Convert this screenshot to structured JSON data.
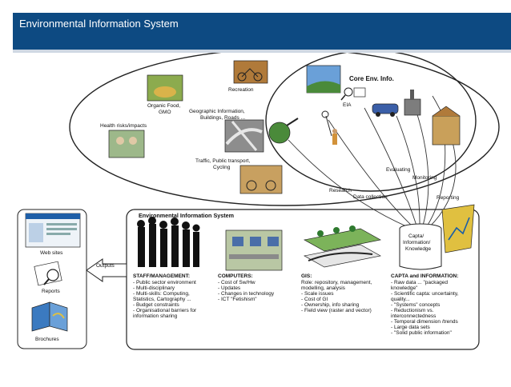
{
  "slide": {
    "title": "Environmental Information System"
  },
  "top": {
    "core_title": "Core Env. Info.",
    "labels": {
      "recreation": "Recreation",
      "organic_food": [
        "Organic Food,",
        "GMO"
      ],
      "geo_info": [
        "Geographic Information,",
        "Buildings, Roads ..."
      ],
      "health": "Health risks/impacts",
      "traffic": [
        "Traffic, Public transport,",
        "Cycling"
      ],
      "eia": "EIA"
    },
    "flows": {
      "evaluating": "Evaluating",
      "monitoring": "Monitoring",
      "research": "Research",
      "data_collection": "Data collection",
      "reporting": "Reporting"
    }
  },
  "bottom": {
    "box_title": "Environmental Information System",
    "outputs_label": "Outputs",
    "outputs": [
      "Web sites",
      "Reports",
      "Brochures"
    ],
    "database_label": [
      "Capta/",
      "Information/",
      "Knowledge"
    ],
    "columns": {
      "staff": {
        "heading": "STAFF/MANAGEMENT:",
        "lines": [
          "- Public sector environment",
          "- Multi-disciplinary",
          "- Multi-skills: Computing,",
          "Statistics, Cartography ...",
          "- Budget constraints",
          "- Organisational barriers for",
          "information sharing"
        ]
      },
      "computers": {
        "heading": "COMPUTERS:",
        "lines": [
          "- Cost of Sw/Hw",
          "- Updates",
          "- Changes in technology",
          "- ICT \"Fetishism\""
        ]
      },
      "gis": {
        "heading": "GIS:",
        "lines": [
          "Role: repository, management,",
          "modelling, analysis",
          "- Scale issues",
          "- Cost of GI",
          "- Ownership, info sharing",
          "- Field view (raster and vector)"
        ]
      },
      "capta": {
        "heading": "CAPTA and INFORMATION:",
        "lines": [
          "- Raw data ... \"packaged",
          "knowledge\"",
          "- Scientific capta: uncertainty,",
          "quality...",
          "- \"Systems\" concepts",
          "- Reductionism vs.",
          "interconnectedness",
          "- Temporal dimension /trends",
          "- Large data sets",
          "- \"Solid public information\""
        ]
      }
    }
  },
  "colors": {
    "header_band": "#0d4a82",
    "header_text": "#ffffff",
    "line": "#333333"
  }
}
